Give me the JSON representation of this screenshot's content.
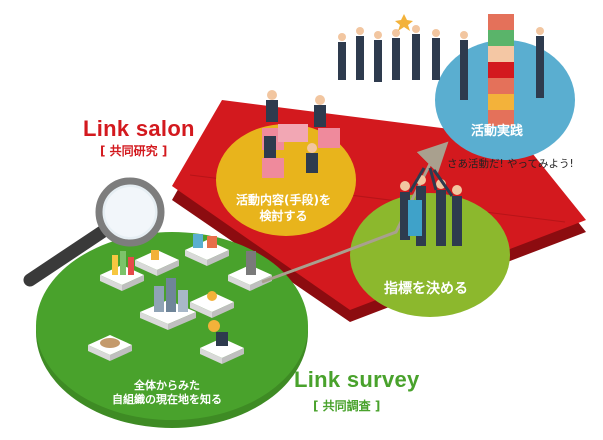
{
  "link_salon": {
    "title": "Link salon",
    "subtitle": "[ 共同研究 ]"
  },
  "link_survey": {
    "title": "Link survey",
    "subtitle": "[ 共同調査 ]"
  },
  "circles": {
    "activity_practice": "活動実践",
    "plan_means": "活動内容(手段)を\n検討する",
    "decide_indicators": "指標を決める",
    "current_position": "全体からみた\n自組織の現在地を知る"
  },
  "tagline": "さあ活動だ! やってみよう!",
  "colors": {
    "salon_red": "#d3191e",
    "survey_green": "#49a22c",
    "circle_yellow": "#e8b41c",
    "circle_lime": "#8cb82d",
    "circle_blue": "#5aaed0",
    "arrow_grey": "#a9a08e"
  }
}
